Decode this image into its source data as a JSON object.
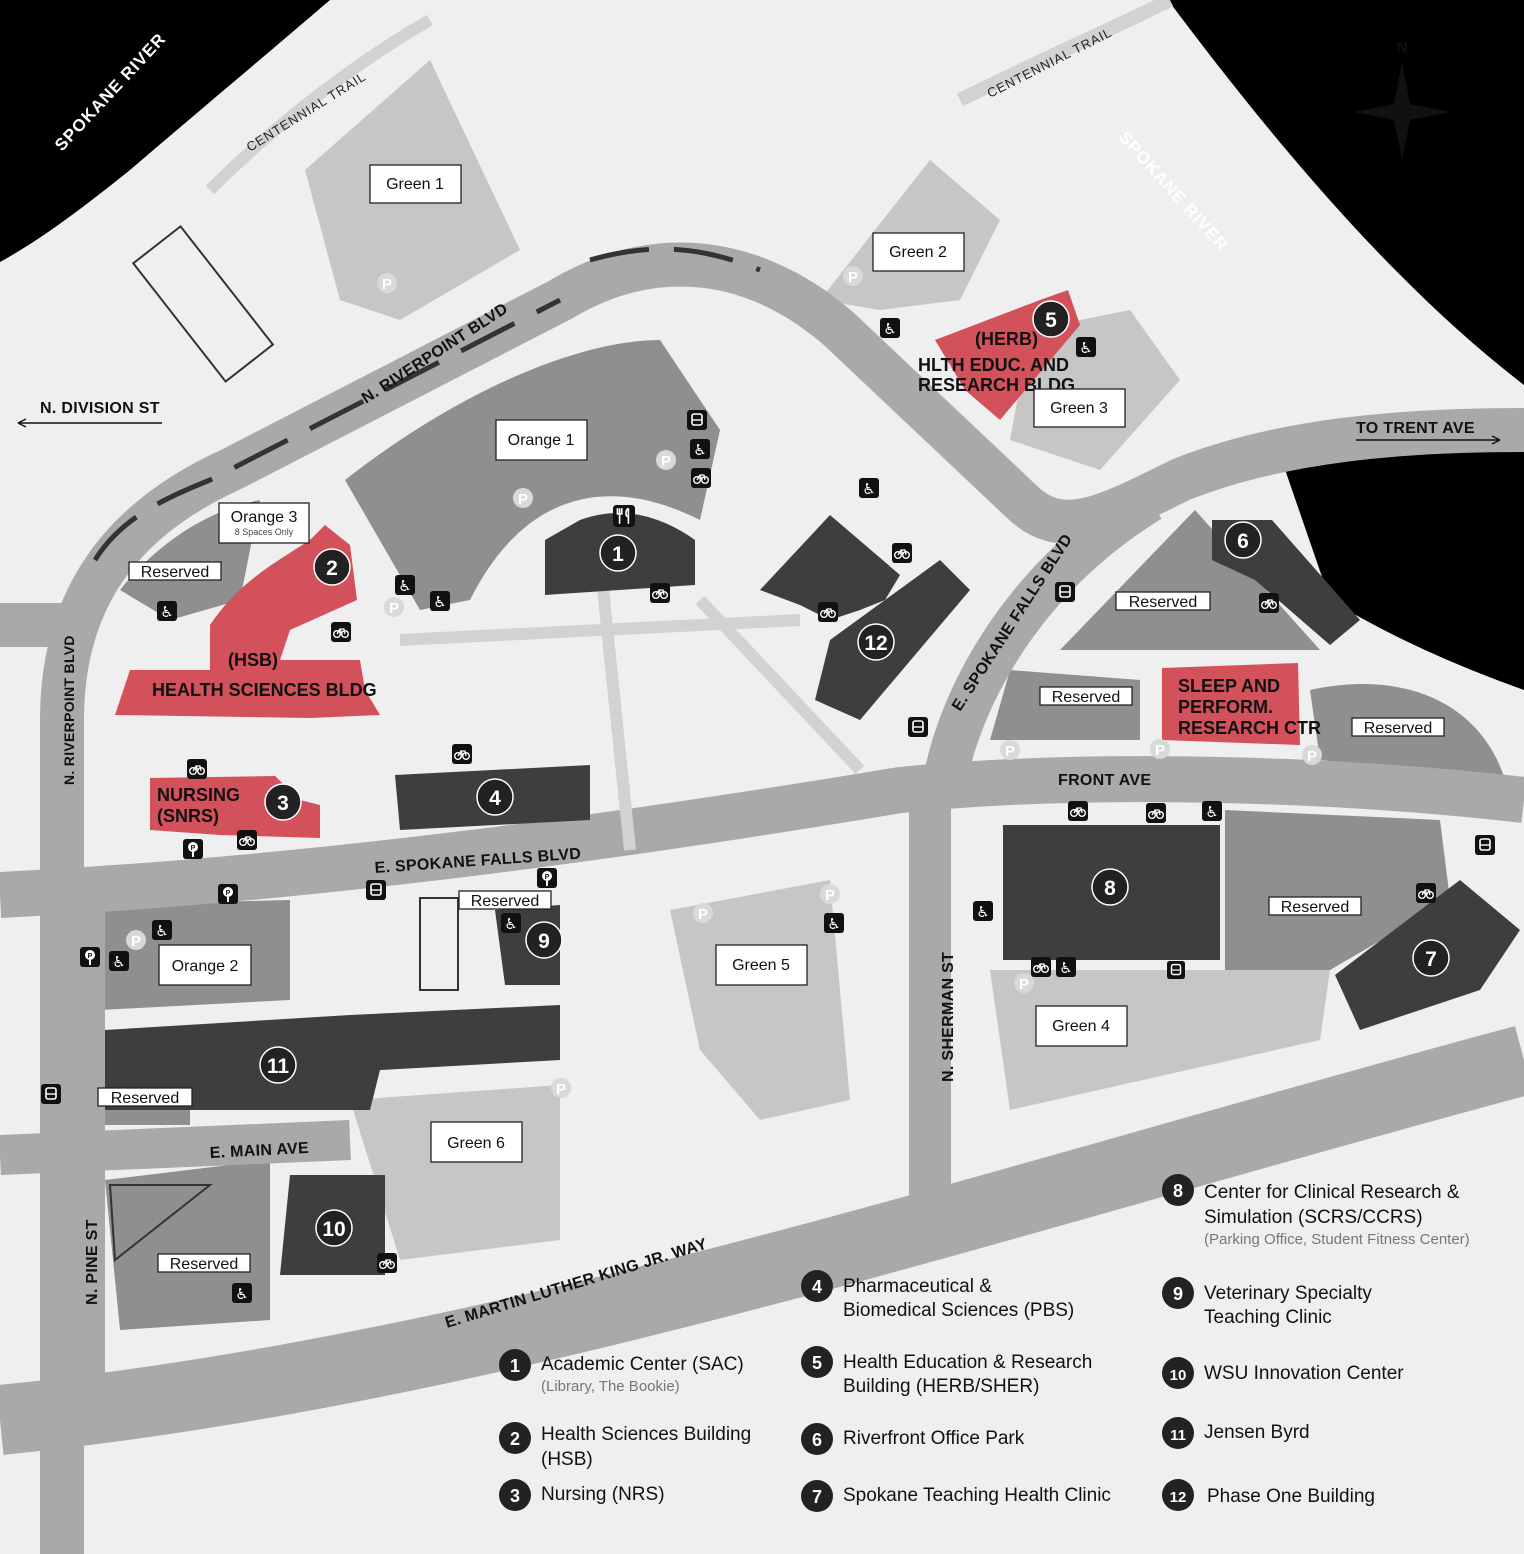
{
  "compass": {
    "north": "N"
  },
  "rivers": [
    "SPOKANE RIVER",
    "SPOKANE RIVER"
  ],
  "trails": [
    "CENTENNIAL TRAIL",
    "CENTENNIAL TRAIL"
  ],
  "streets": {
    "division": "N. DIVISION ST",
    "trent": "TO TRENT AVE",
    "riverpoint_top": "N. RIVERPOINT BLVD",
    "riverpoint_left": "N. RIVERPOINT BLVD",
    "spokane_falls_diag": "E. SPOKANE FALLS BLVD",
    "spokane_falls": "E. SPOKANE FALLS BLVD",
    "front": "FRONT AVE",
    "sherman": "N. SHERMAN ST",
    "main": "E. MAIN AVE",
    "pine": "N. PINE ST",
    "mlk": "E. MARTIN LUTHER KING JR. WAY"
  },
  "lots": [
    {
      "label": "Green 1"
    },
    {
      "label": "Green 2"
    },
    {
      "label": "Green 3"
    },
    {
      "label": "Orange 1"
    },
    {
      "label": "Orange 3",
      "sub": "8 Spaces Only"
    },
    {
      "label": "Reserved"
    },
    {
      "label": "Reserved"
    },
    {
      "label": "Reserved"
    },
    {
      "label": "Reserved"
    },
    {
      "label": "Reserved"
    },
    {
      "label": "Reserved"
    },
    {
      "label": "Reserved"
    },
    {
      "label": "Reserved"
    },
    {
      "label": "Orange 2"
    },
    {
      "label": "Green 5"
    },
    {
      "label": "Green 4"
    },
    {
      "label": "Green 6"
    }
  ],
  "building_labels": {
    "hsb_abbr": "(HSB)",
    "hsb_name": "HEALTH SCIENCES BLDG",
    "nursing_1": "NURSING",
    "nursing_2": "(SNRS)",
    "herb_1": "(HERB)",
    "herb_2": "HLTH EDUC. AND",
    "herb_3": "RESEARCH BLDG",
    "sleep_1": "SLEEP AND",
    "sleep_2": "PERFORM.",
    "sleep_3": "RESEARCH CTR"
  },
  "markers": [
    "1",
    "2",
    "3",
    "4",
    "5",
    "6",
    "7",
    "8",
    "9",
    "10",
    "11",
    "12"
  ],
  "legend": [
    {
      "num": "1",
      "lines": [
        "Academic Center (SAC)"
      ],
      "sub": "(Library, The Bookie)"
    },
    {
      "num": "2",
      "lines": [
        "Health Sciences Building",
        "(HSB)"
      ]
    },
    {
      "num": "3",
      "lines": [
        "Nursing (NRS)"
      ]
    },
    {
      "num": "4",
      "lines": [
        "Pharmaceutical &",
        "Biomedical Sciences (PBS)"
      ]
    },
    {
      "num": "5",
      "lines": [
        "Health Education & Research",
        "Building (HERB/SHER)"
      ]
    },
    {
      "num": "6",
      "lines": [
        "Riverfront Office Park"
      ]
    },
    {
      "num": "7",
      "lines": [
        "Spokane Teaching Health Clinic"
      ]
    },
    {
      "num": "8",
      "lines": [
        "Center for Clinical Research &",
        "Simulation (SCRS/CCRS)"
      ],
      "sub": "(Parking Office, Student Fitness Center)"
    },
    {
      "num": "9",
      "lines": [
        "Veterinary Specialty",
        "Teaching Clinic"
      ]
    },
    {
      "num": "10",
      "lines": [
        "WSU Innovation Center"
      ]
    },
    {
      "num": "11",
      "lines": [
        "Jensen Byrd"
      ]
    },
    {
      "num": "12",
      "lines": [
        "Phase One Building"
      ]
    }
  ],
  "colors": {
    "highlight": "#d3515b",
    "building": "#3e3e3e",
    "road": "#a9a9a9",
    "water": "#000000"
  }
}
